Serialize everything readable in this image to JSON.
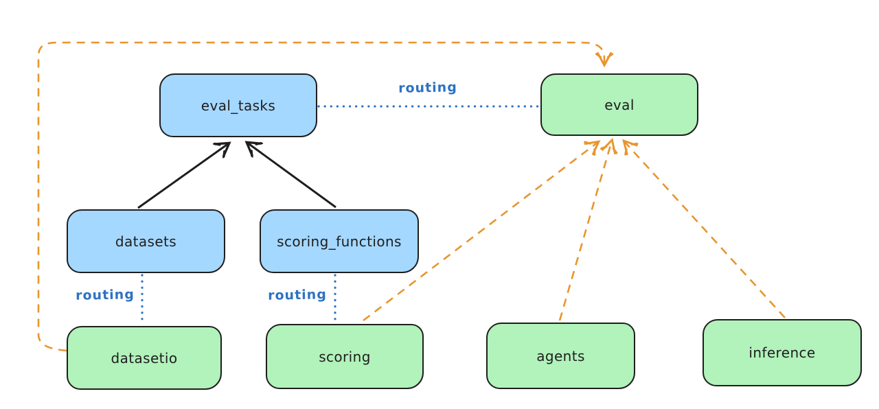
{
  "nodes": {
    "eval_tasks": {
      "label": "eval_tasks",
      "fill": "#a5d8ff"
    },
    "eval": {
      "label": "eval",
      "fill": "#b2f2bb"
    },
    "datasets": {
      "label": "datasets",
      "fill": "#a5d8ff"
    },
    "scoring_functions": {
      "label": "scoring_functions",
      "fill": "#a5d8ff"
    },
    "datasetio": {
      "label": "datasetio",
      "fill": "#b2f2bb"
    },
    "scoring": {
      "label": "scoring",
      "fill": "#b2f2bb"
    },
    "agents": {
      "label": "agents",
      "fill": "#b2f2bb"
    },
    "inference": {
      "label": "inference",
      "fill": "#b2f2bb"
    }
  },
  "labels": {
    "routing_eval_tasks_eval": "routing",
    "routing_datasets_datasetio": "routing",
    "routing_scoring_functions_scoring": "routing"
  },
  "edges": [
    {
      "from": "datasets",
      "to": "eval_tasks",
      "style": "solid-arrow",
      "color": "#1e1e1e"
    },
    {
      "from": "scoring_functions",
      "to": "eval_tasks",
      "style": "solid-arrow",
      "color": "#1e1e1e"
    },
    {
      "from": "eval_tasks",
      "to": "eval",
      "style": "dotted-line",
      "color": "#2e72c2",
      "label": "routing"
    },
    {
      "from": "datasets",
      "to": "datasetio",
      "style": "dotted-line",
      "color": "#2e72c2",
      "label": "routing"
    },
    {
      "from": "scoring_functions",
      "to": "scoring",
      "style": "dotted-line",
      "color": "#2e72c2",
      "label": "routing"
    },
    {
      "from": "datasetio",
      "to": "eval",
      "style": "dashed-arrow",
      "color": "#e8952e"
    },
    {
      "from": "scoring",
      "to": "eval",
      "style": "dashed-arrow",
      "color": "#e8952e"
    },
    {
      "from": "agents",
      "to": "eval",
      "style": "dashed-arrow",
      "color": "#e8952e"
    },
    {
      "from": "inference",
      "to": "eval",
      "style": "dashed-arrow",
      "color": "#e8952e"
    }
  ],
  "colors": {
    "background": "#ffffff",
    "resource_fill_blue": "#a5d8ff",
    "api_fill_green": "#b2f2bb",
    "stroke_black": "#1e1e1e",
    "routing_blue": "#2e72c2",
    "dependency_orange": "#e8952e"
  }
}
